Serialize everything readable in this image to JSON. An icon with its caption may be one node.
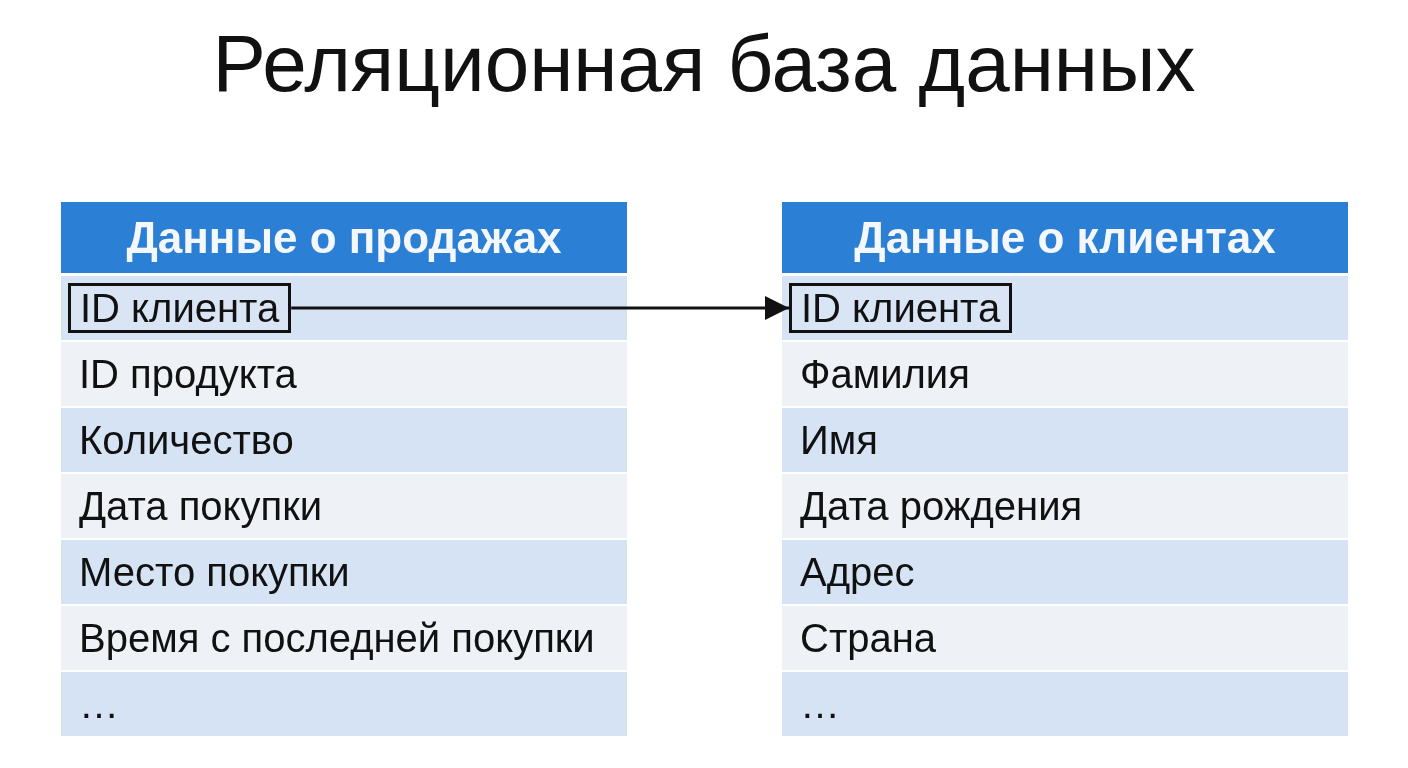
{
  "diagram": {
    "title": "Реляционная база данных",
    "nodes": [
      {
        "text": [
          "Данные о продажах"
        ]
      },
      {
        "text": [],
        "shape": "bar",
        "in": 0
      },
      {
        "text": [
          "ID клиента"
        ],
        "in": 1
      },
      {
        "text": [
          "ID продукта"
        ],
        "in": 0
      },
      {
        "text": [
          "Количество"
        ],
        "in": 0
      },
      {
        "text": [
          "Дата покупки"
        ],
        "in": 0
      },
      {
        "text": [
          "Место покупки"
        ],
        "in": 0
      },
      {
        "text": [
          "Время с последней покупки"
        ],
        "in": 0
      },
      {
        "text": [
          "…"
        ],
        "in": 0
      },
      {
        "text": [
          "Данные о клиентах"
        ]
      },
      {
        "text": [],
        "shape": "bar",
        "in": 9
      },
      {
        "text": [
          "ID клиента"
        ],
        "in": 10
      },
      {
        "text": [
          "Фамилия"
        ],
        "in": 9
      },
      {
        "text": [
          "Имя"
        ],
        "in": 9
      },
      {
        "text": [
          "Дата рождения"
        ],
        "in": 9
      },
      {
        "text": [
          "Адрес"
        ],
        "in": 9
      },
      {
        "text": [
          "Страна"
        ],
        "in": 9
      },
      {
        "text": [
          "…"
        ],
        "in": 9
      }
    ],
    "edges": [
      {
        "from": 2,
        "to": 11,
        "arrow": "to"
      }
    ]
  }
}
